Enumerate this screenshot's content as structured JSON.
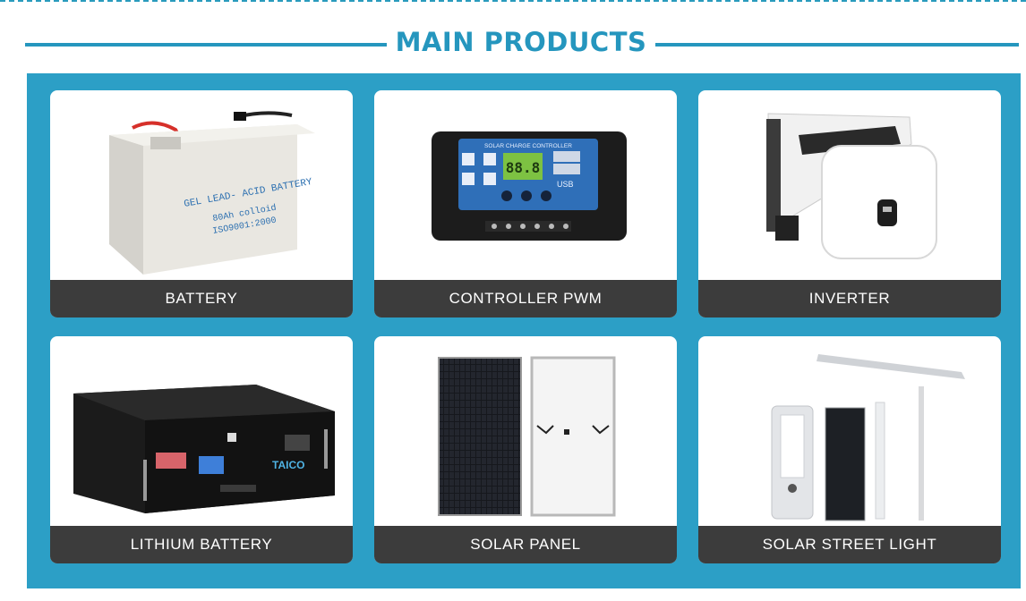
{
  "header": {
    "title": "MAIN PRODUCTS"
  },
  "products": [
    {
      "label": "BATTERY",
      "printed": {
        "line1": "GEL LEAD- ACID BATTERY",
        "line2": "80Ah colloid",
        "line3": "ISO9001:2000"
      }
    },
    {
      "label": "CONTROLLER PWM",
      "printed": {
        "screen": "SOLAR CHARGE CONTROLLER",
        "lcd": "88.8",
        "usb": "USB"
      }
    },
    {
      "label": "INVERTER"
    },
    {
      "label": "LITHIUM BATTERY",
      "printed": {
        "brand": "TAICO"
      }
    },
    {
      "label": "SOLAR PANEL"
    },
    {
      "label": "SOLAR STREET LIGHT"
    }
  ],
  "colors": {
    "accent": "#2596be",
    "panel": "#2c9fc6",
    "label_bar": "#3c3c3c"
  }
}
